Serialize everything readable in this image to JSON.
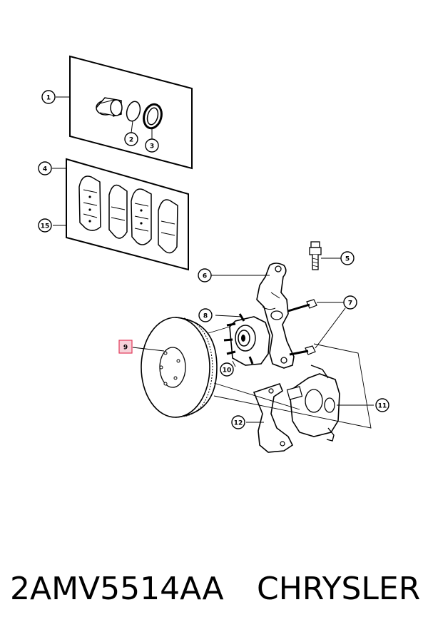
{
  "callouts": {
    "c1": "1",
    "c2": "2",
    "c3": "3",
    "c4": "4",
    "c5": "5",
    "c6": "6",
    "c7": "7",
    "c8": "8",
    "c9": "9",
    "c10": "10",
    "c11": "11",
    "c12": "12",
    "c15": "15"
  },
  "highlighted_callout": "9",
  "highlight_color": "#e23a5a",
  "caption": {
    "part_number": "2AMV5514AA",
    "brand": "CHRYSLER"
  }
}
